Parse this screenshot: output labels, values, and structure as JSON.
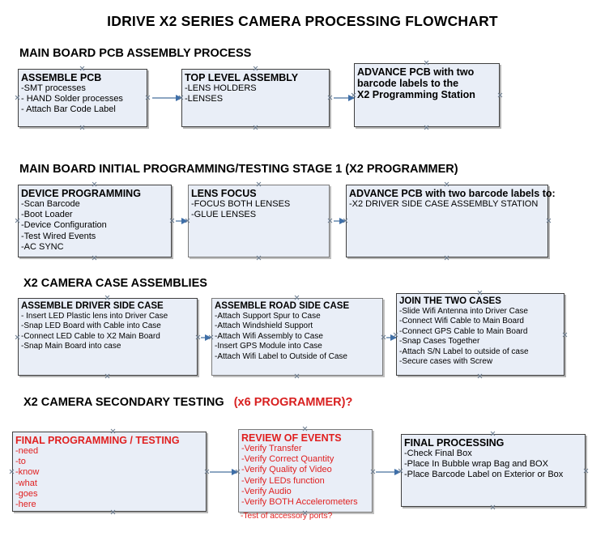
{
  "document": {
    "title": "IDRIVE X2  SERIES CAMERA PROCESSING FLOWCHART"
  },
  "sections": [
    {
      "id": "main-board-pcb-assembly",
      "heading": "MAIN BOARD PCB ASSEMBLY PROCESS",
      "heading_accent": "",
      "boxes": [
        {
          "title": "ASSEMBLE PCB",
          "lines": [
            "-SMT processes",
            "- HAND Solder processes",
            "- Attach Bar Code Label"
          ]
        },
        {
          "title": "TOP LEVEL ASSEMBLY",
          "lines": [
            "-LENS HOLDERS",
            "-LENSES"
          ]
        },
        {
          "title": "ADVANCE PCB with two",
          "lines": [
            "barcode labels to the",
            " X2 Programming Station"
          ]
        }
      ]
    },
    {
      "id": "main-board-initial-programming",
      "heading": "MAIN BOARD INITIAL PROGRAMMING/TESTING STAGE 1 (X2 PROGRAMMER)",
      "heading_accent": "",
      "boxes": [
        {
          "title": "DEVICE PROGRAMMING",
          "lines": [
            "-Scan Barcode",
            "-Boot Loader",
            "-Device Configuration",
            "-Test Wired Events",
            "-AC SYNC"
          ]
        },
        {
          "title": "LENS FOCUS",
          "lines": [
            "-FOCUS BOTH LENSES",
            "-GLUE LENSES"
          ]
        },
        {
          "title": "ADVANCE PCB with two barcode labels to:",
          "lines": [
            "-X2 DRIVER  SIDE  CASE  ASSEMBLY STATION"
          ]
        }
      ]
    },
    {
      "id": "x2-camera-case-assemblies",
      "heading": "X2 CAMERA CASE ASSEMBLIES",
      "heading_accent": "",
      "boxes": [
        {
          "title": "ASSEMBLE DRIVER SIDE CASE",
          "lines": [
            "- Insert LED Plastic lens into Driver Case",
            "-Snap LED Board with Cable into Case",
            "-Connect LED Cable to X2 Main Board",
            "-Snap Main Board into case"
          ]
        },
        {
          "title": "ASSEMBLE ROAD SIDE CASE",
          "lines": [
            "-Attach Support Spur to Case",
            "-Attach Windshield Support",
            "-Attach Wifi Assembly to Case",
            "-Insert GPS Module into Case",
            "-Attach Wifi Label to Outside of Case"
          ]
        },
        {
          "title": "JOIN THE TWO CASES",
          "lines": [
            "-Slide Wifi Antenna into Driver Case",
            "-Connect Wifi Cable to Main Board",
            "-Connect GPS Cable to Main Board",
            "-Snap Cases Together",
            "-Attach S/N Label to outside of case",
            "-Secure cases with Screw"
          ]
        }
      ]
    },
    {
      "id": "x2-camera-secondary-testing",
      "heading": "X2 CAMERA SECONDARY TESTING",
      "heading_accent": "(x6 PROGRAMMER)?",
      "boxes": [
        {
          "title": "FINAL PROGRAMMING / TESTING",
          "lines": [
            "-need",
            "-to",
            "-know",
            "-what",
            "-goes",
            "-here"
          ]
        },
        {
          "title": "REVIEW OF EVENTS",
          "lines": [
            "-Verify Transfer",
            "-Verify Correct Quantity",
            "-Verify Quality of Video",
            "-Verify LEDs function",
            "-Verify Audio",
            "-Verify BOTH Accelerometers"
          ],
          "overflow_line": "-Test of accessory ports?"
        },
        {
          "title": "FINAL PROCESSING",
          "lines": [
            " -Check Final Box",
            "-Place In Bubble wrap Bag and BOX",
            "-Place Barcode Label on Exterior or Box"
          ]
        }
      ]
    }
  ],
  "colors": {
    "box_fill": "#e9eef7",
    "box_border": "#3f3f3f",
    "accent_red": "#e02020",
    "arrow": "#8ca6c2",
    "arrow_head": "#3f6fa8",
    "handle": "#6f7f92"
  }
}
